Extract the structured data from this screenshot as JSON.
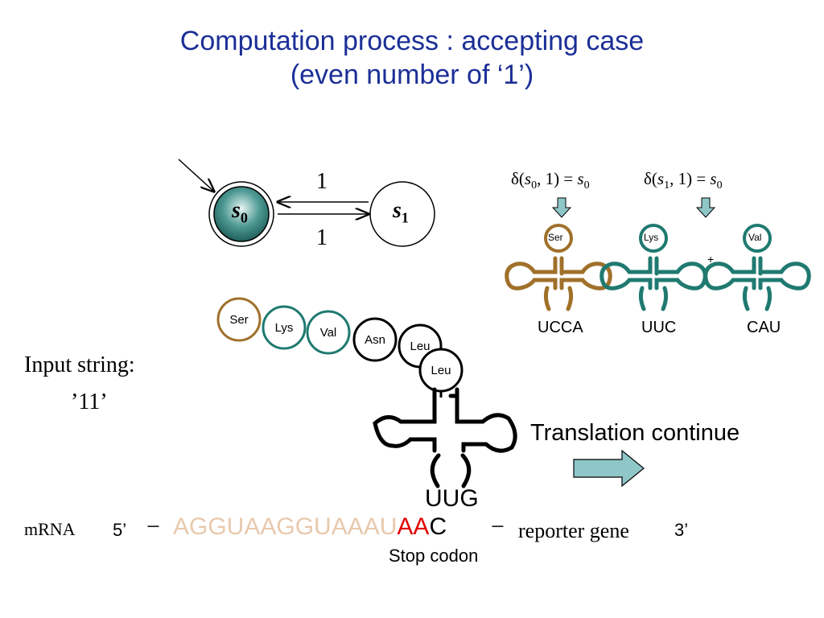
{
  "title_line1": "Computation process : accepting case",
  "title_line2": "(even number of ‘1’)",
  "automaton": {
    "state_s0": "s",
    "state_s0_sub": "0",
    "state_s1": "s",
    "state_s1_sub": "1",
    "edge_top_label": "1",
    "edge_bottom_label": "1"
  },
  "transitions": {
    "t0": {
      "delta": "δ(",
      "s": "s",
      "sub": "0",
      "mid": ", 1) = ",
      "s2": "s",
      "sub2": "0"
    },
    "t1": {
      "delta": "δ(",
      "s": "s",
      "sub": "1",
      "mid": ", 1) = ",
      "s2": "s",
      "sub2": "0"
    }
  },
  "trnas_small": [
    {
      "amino": "Ser",
      "anticodon": "UCCA",
      "color": "#a0702a"
    },
    {
      "amino": "Lys",
      "anticodon": "UUC",
      "color": "#1f7a70"
    },
    {
      "amino": "Val",
      "anticodon": "CAU",
      "color": "#1f7a70"
    }
  ],
  "plus_sign": "+",
  "chain": [
    {
      "label": "Ser",
      "color": "#a0702a"
    },
    {
      "label": "Lys",
      "color": "#1f7a70"
    },
    {
      "label": "Val",
      "color": "#1f7a70"
    },
    {
      "label": "Asn",
      "color": "#000000"
    },
    {
      "label": "Leu",
      "color": "#000000"
    },
    {
      "label": "Leu",
      "color": "#000000"
    }
  ],
  "big_trna_anticodon": "UUG",
  "input_label": "Input string:",
  "input_value": "’11’",
  "translation_label": "Translation continue",
  "mrna_label": "mRNA",
  "mrna": {
    "five_prime": "5’",
    "dash": "−",
    "seq_normal": "AGGUAAGGUAAAU",
    "seq_red": "AA",
    "seq_black": "C",
    "dash2": "−",
    "reporter": "reporter gene",
    "three_prime": "3’"
  },
  "stop_codon_label": "Stop codon",
  "colors": {
    "title": "#1c2f97",
    "teal": "#1f7a70",
    "brown": "#a0702a",
    "seq_light": "#e8c9ad",
    "stop_red": "#e00000",
    "arrow_fill": "#8fc7c8"
  }
}
